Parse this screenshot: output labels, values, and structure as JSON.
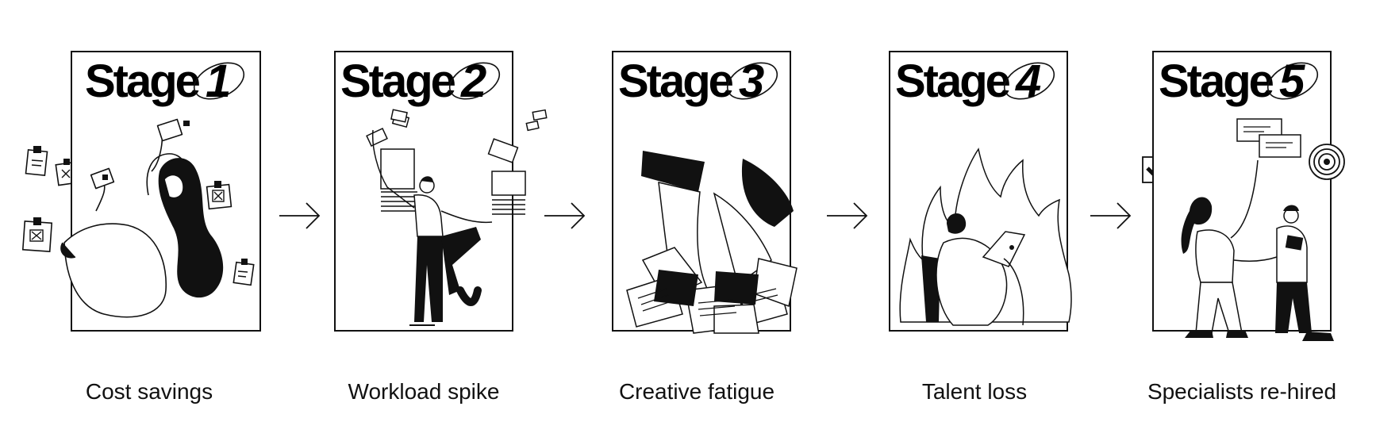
{
  "stages": [
    {
      "word": "Stage",
      "number": "1",
      "caption": "Cost savings",
      "icon": "worker-with-sticky-notes-icon"
    },
    {
      "word": "Stage",
      "number": "2",
      "caption": "Workload spike",
      "icon": "worker-juggling-stacks-icon"
    },
    {
      "word": "Stage",
      "number": "3",
      "caption": "Creative fatigue",
      "icon": "buried-in-papers-icon"
    },
    {
      "word": "Stage",
      "number": "4",
      "caption": "Talent loss",
      "icon": "burnout-fire-icon"
    },
    {
      "word": "Stage",
      "number": "5",
      "caption": "Specialists re-hired",
      "icon": "handshake-team-icon"
    }
  ],
  "colors": {
    "ink": "#111111",
    "background": "#ffffff"
  }
}
